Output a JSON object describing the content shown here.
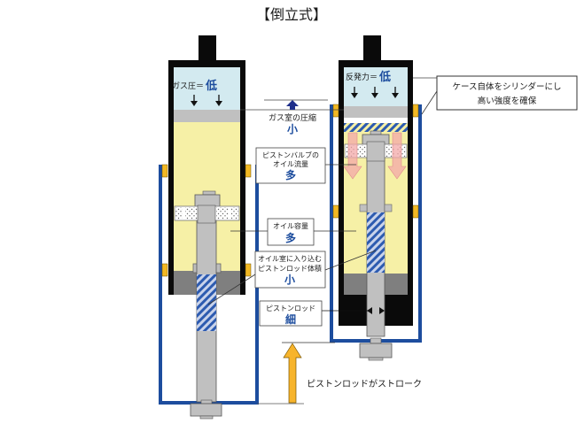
{
  "title": "【倒立式】",
  "left_damper": {
    "gas_label": "ガス圧＝",
    "gas_value": "低"
  },
  "right_damper": {
    "gas_label": "反発力＝",
    "gas_value": "低"
  },
  "callouts": {
    "gas_chamber": {
      "label": "ガス室の圧縮",
      "value": "小"
    },
    "valve_flow": {
      "line1": "ピストンバルブの",
      "line2": "オイル流量",
      "value": "多"
    },
    "oil_volume": {
      "label": "オイル容量",
      "value": "多"
    },
    "rod_volume": {
      "line1": "オイル室に入り込む",
      "line2": "ピストンロッド体積",
      "value": "小"
    },
    "rod": {
      "label": "ピストンロッド",
      "value": "細"
    },
    "case": {
      "line1": "ケース自体をシリンダーにし",
      "line2": "高い強度を確保"
    },
    "stroke": {
      "label": "ピストンロッドがストローク"
    }
  },
  "colors": {
    "outer_tube": "#1d4d9e",
    "cylinder": "#0a0a0a",
    "gas": "#d3eaf0",
    "oil": "#f6f0a6",
    "rod": "#c0c0c0",
    "seal": "#f2b824",
    "stroke_arrow": "#f7b42c",
    "flow_arrow": "#f3b2b2",
    "emphasis_text": "#1d4d9e"
  }
}
